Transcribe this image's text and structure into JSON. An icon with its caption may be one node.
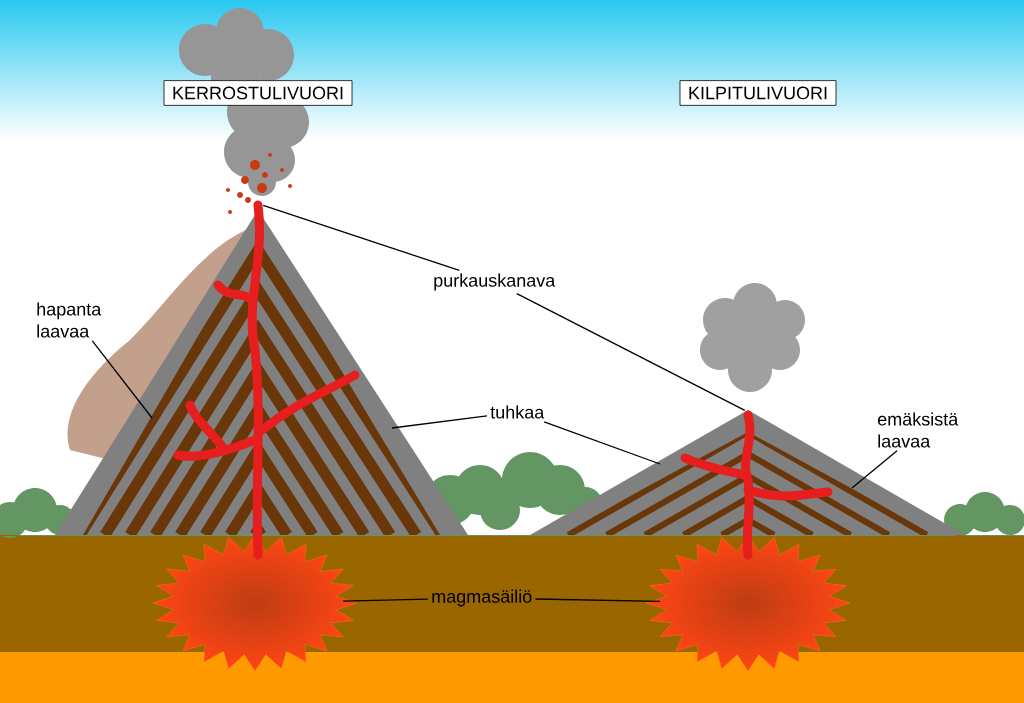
{
  "diagram": {
    "nodes": [
      {
        "text": [
          "KERROSTULIVUORI"
        ]
      },
      {
        "text": [
          "KILPITULIVUORI"
        ]
      },
      {
        "text": [
          "hapanta laavaa"
        ]
      },
      {
        "text": [
          "purkauskanava"
        ]
      },
      {
        "text": [
          "tuhkaa"
        ]
      },
      {
        "text": [
          "emäksistä laavaa"
        ]
      },
      {
        "text": [
          "magmasäiliö"
        ]
      },
      {
        "text": [],
        "shape": "picture"
      },
      {
        "text": [],
        "shape": "picture"
      },
      {
        "text": [],
        "shape": "picture"
      },
      {
        "text": [],
        "shape": "picture"
      },
      {
        "text": [],
        "shape": "picture"
      },
      {
        "text": [],
        "shape": "picture"
      }
    ],
    "edges": [
      {
        "from": 2,
        "to": 9,
        "arrow": "none"
      },
      {
        "from": 3,
        "to": 7,
        "arrow": "none"
      },
      {
        "from": 3,
        "to": 8,
        "arrow": "none"
      },
      {
        "from": 4,
        "to": 9,
        "arrow": "none"
      },
      {
        "from": 4,
        "to": 10,
        "arrow": "none"
      },
      {
        "from": 5,
        "to": 10,
        "arrow": "none"
      },
      {
        "from": 6,
        "to": 11,
        "arrow": "none"
      },
      {
        "from": 6,
        "to": 12,
        "arrow": "none"
      }
    ]
  }
}
